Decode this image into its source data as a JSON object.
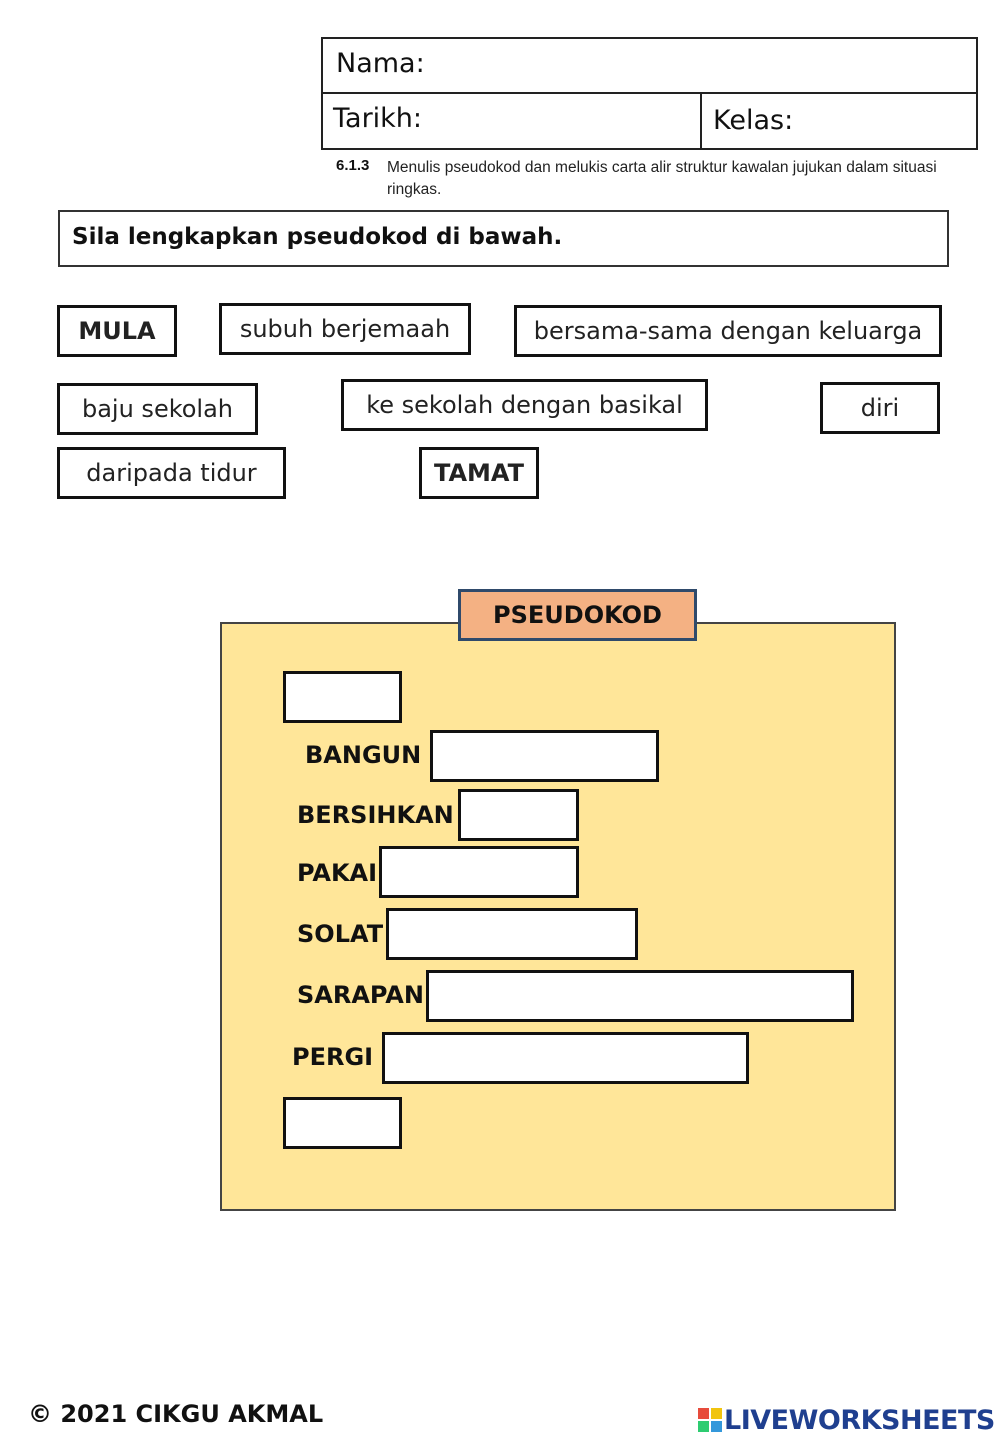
{
  "header": {
    "nama_label": "Nama:",
    "tarikh_label": "Tarikh:",
    "kelas_label": "Kelas:",
    "standard_code": "6.1.3",
    "standard_text": "Menulis pseudokod dan melukis carta alir struktur kawalan jujukan dalam situasi ringkas."
  },
  "instruction": "Sila lengkapkan pseudokod di bawah.",
  "word_bank": [
    "MULA",
    "subuh berjemaah",
    "bersama-sama dengan keluarga",
    "baju sekolah",
    "ke sekolah dengan basikal",
    "diri",
    "daripada tidur",
    "TAMAT"
  ],
  "panel": {
    "title": "PSEUDOKOD",
    "labels": [
      "BANGUN",
      "BERSIHKAN",
      "PAKAI",
      "SOLAT",
      "SARAPAN",
      "PERGI"
    ]
  },
  "footer": {
    "copyright": "© 2021 CIKGU AKMAL",
    "brand": "LIVEWORKSHEETS"
  },
  "colors": {
    "panel_bg": "#ffe699",
    "title_bg": "#f4b183",
    "title_border": "#2f4a6b",
    "brand": "#1f3f8f"
  }
}
